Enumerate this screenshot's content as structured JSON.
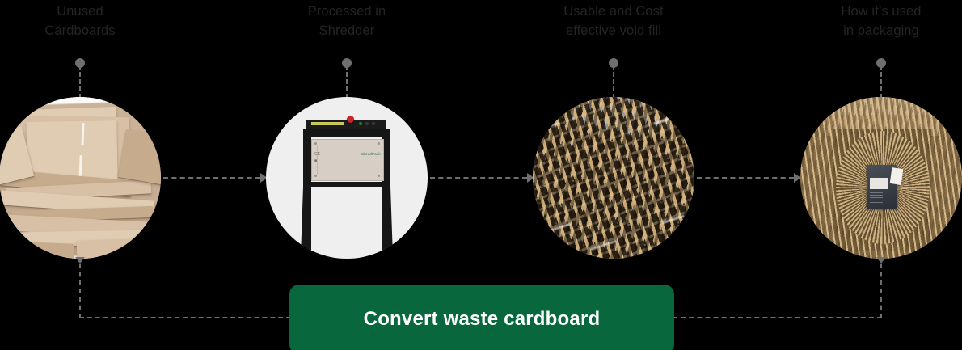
{
  "diagram": {
    "title_flow": "cardboard recycling process flow",
    "background_color": "#000000",
    "accent_color": "#08673c",
    "connector_color": "#6f6f6f",
    "caption_color": "#242424"
  },
  "steps": [
    {
      "id": "unused-cardboards",
      "caption": "Unused\nCardboards",
      "image_alt": "stack of flattened unused cardboard sheets"
    },
    {
      "id": "processed-in-shredder",
      "caption": "Processed in\nShredder",
      "image_alt": "cardboard shredder machine on stand"
    },
    {
      "id": "usable-void-fill",
      "caption": "Usable and Cost\neffective void fill",
      "image_alt": "shredded cardboard honeycomb void fill material"
    },
    {
      "id": "used-in-packaging",
      "caption": "How it’s used\nin packaging",
      "image_alt": "open box with shredded cardboard packing around a device"
    }
  ],
  "cta": {
    "label": "Convert waste cardboard"
  }
}
